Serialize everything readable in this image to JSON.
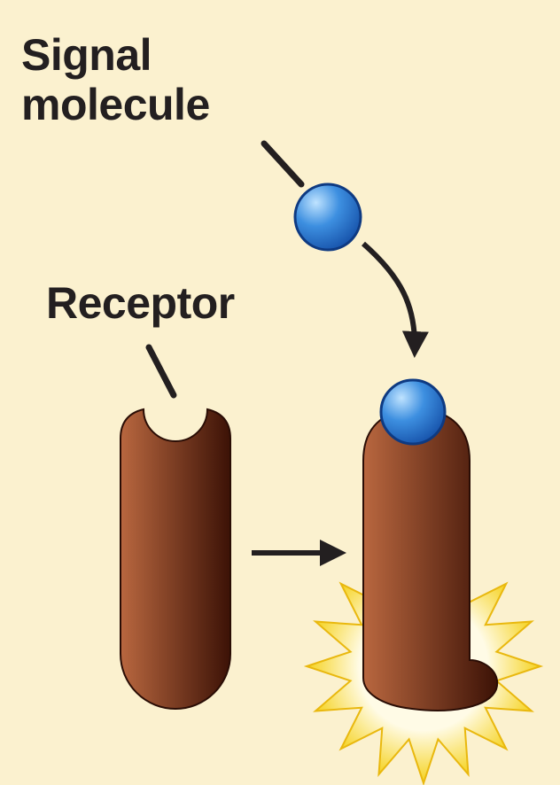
{
  "labels": {
    "signal_line1": "Signal",
    "signal_line2": "molecule",
    "receptor": "Receptor"
  },
  "colors": {
    "background": "#fbf1cf",
    "receptor_light": "#b9673f",
    "receptor_dark": "#3c1206",
    "molecule_light": "#bfe3ff",
    "molecule_mid": "#3d8fe0",
    "molecule_dark": "#1550a8",
    "burst_outer": "#f5d21d",
    "burst_inner": "#fffbe6",
    "ink": "#231f20"
  }
}
